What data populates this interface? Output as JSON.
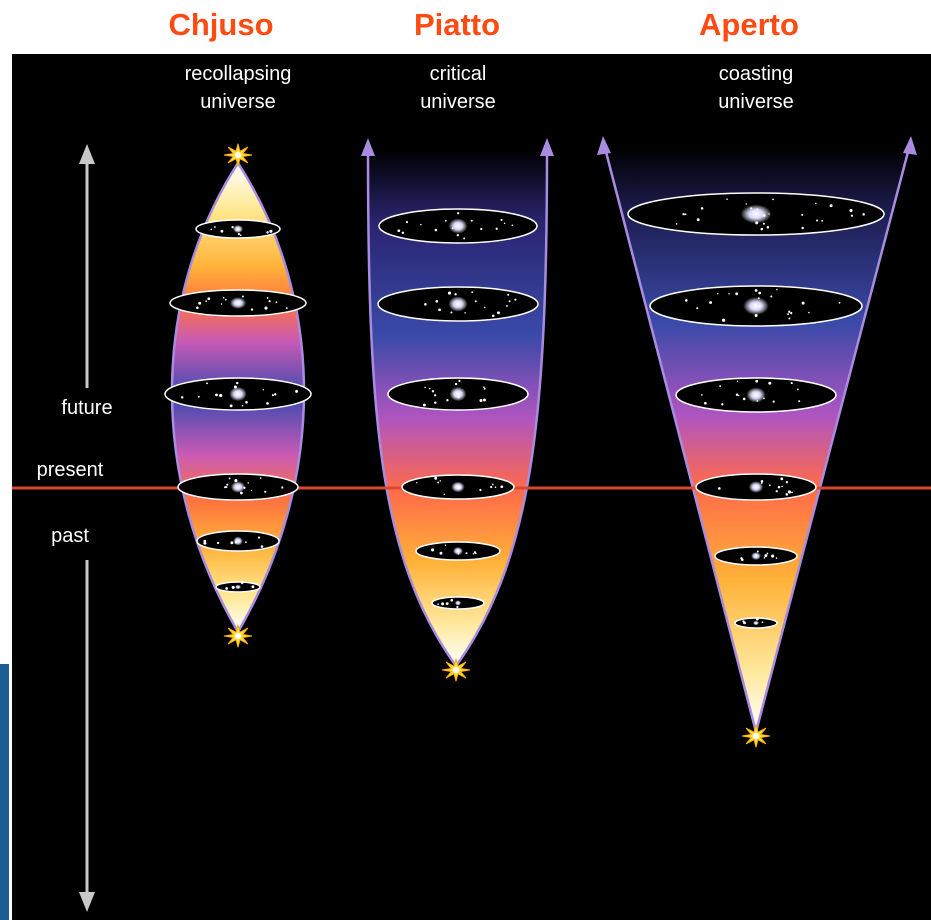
{
  "headings": {
    "closed": "Chjuso",
    "flat": "Piatto",
    "open": "Aperto"
  },
  "models": {
    "closed": {
      "line1": "recollapsing",
      "line2": "universe"
    },
    "flat": {
      "line1": "critical",
      "line2": "universe"
    },
    "open": {
      "line1": "coasting",
      "line2": "universe"
    }
  },
  "timeline": {
    "future": "future",
    "present": "present",
    "past": "past"
  },
  "colors": {
    "heading": "#ff4a12",
    "present_line": "#d9482e",
    "background": "#000000",
    "outline": "#a98ce0",
    "side_strip": "#1c5e93"
  }
}
